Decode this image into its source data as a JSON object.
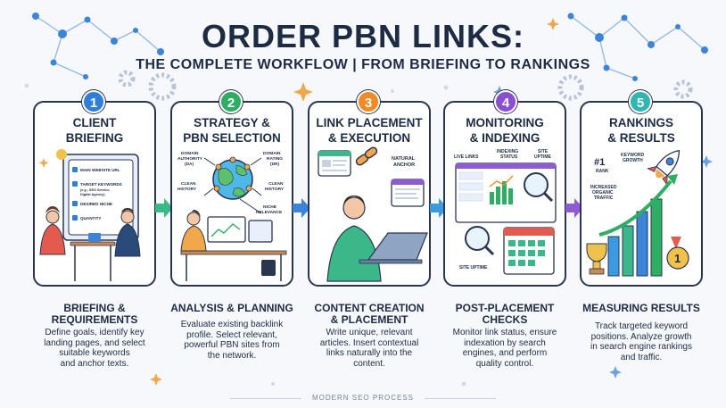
{
  "header": {
    "title": "ORDER PBN LINKS:",
    "subtitle": "THE COMPLETE WORKFLOW | FROM BRIEFING TO RANKINGS"
  },
  "colors": {
    "step1": "#2f7fd6",
    "step2": "#2eae62",
    "step3": "#f08a24",
    "step4": "#8a4fd1",
    "step5": "#2fb6b0",
    "arrow_blue": "#3b84d9",
    "arrow_teal": "#3bb2a8",
    "arrow_purple": "#8e5ad6",
    "navy": "#1e2b45"
  },
  "steps": [
    {
      "number": "1",
      "title_line1": "CLIENT",
      "title_line2": "BRIEFING",
      "labels": {
        "main_url": "MAIN WEBSITE URL",
        "keywords": "TARGET KEYWORDS",
        "keywords_sub1": "(e.g., SEO Service,",
        "keywords_sub2": "Digital Agency)",
        "niche": "DESIRED NICHE",
        "quantity": "QUANTITY"
      },
      "caption_head1": "BRIEFING &",
      "caption_head2": "REQUIREMENTS",
      "caption_body": [
        "Define goals, identify key",
        "landing pages, and select",
        "suitable keywords",
        "and anchor texts."
      ]
    },
    {
      "number": "2",
      "title_line1": "STRATEGY &",
      "title_line2": "PBN SELECTION",
      "labels": {
        "domain_authority1": "DOMAIN",
        "domain_authority2": "AUTHORITY",
        "domain_authority3": "(DA)",
        "domain_rating1": "DOMAIN",
        "domain_rating2": "RATING",
        "domain_rating3": "(DR)",
        "clean1": "CLEAN",
        "clean2": "HISTORY",
        "clean3": "CLEAN",
        "clean4": "HISTORY",
        "niche1": "NICHE",
        "niche2": "RELEVANCE"
      },
      "caption_head1": "ANALYSIS & PLANNING",
      "caption_head2": "",
      "caption_body": [
        "Evaluate existing backlink",
        "profile. Select relevant,",
        "powerful PBN sites from",
        "the network."
      ]
    },
    {
      "number": "3",
      "title_line1": "LINK PLACEMENT",
      "title_line2": "& EXECUTION",
      "labels": {
        "natural1": "NATURAL",
        "natural2": "ANCHOR"
      },
      "caption_head1": "CONTENT CREATION",
      "caption_head2": "& PLACEMENT",
      "caption_body": [
        "Write unique, relevant",
        "articles. Insert contextual",
        "links naturally into the",
        "content."
      ]
    },
    {
      "number": "4",
      "title_line1": "MONITORING",
      "title_line2": "& INDEXING",
      "labels": {
        "live_links": "LIVE LINKS",
        "indexing1": "INDEXING",
        "indexing2": "STATUS",
        "uptime1": "SITE",
        "uptime2": "UPTIME",
        "uptime_bottom": "SITE UPTIME"
      },
      "caption_head1": "POST-PLACEMENT",
      "caption_head2": "CHECKS",
      "caption_body": [
        "Monitor link status, ensure",
        "indexation by search",
        "engines, and perform",
        "quality control."
      ]
    },
    {
      "number": "5",
      "title_line1": "RANKINGS",
      "title_line2": "& RESULTS",
      "labels": {
        "rank_num": "#1",
        "rank": "RANK",
        "kw1": "KEYWORD",
        "kw2": "GROWTH",
        "org1": "INCREASED",
        "org2": "ORGANIC",
        "org3": "TRAFFIC",
        "medal": "1"
      },
      "caption_head1": "MEASURING RESULTS",
      "caption_head2": "",
      "caption_body": [
        "Track targeted keyword",
        "positions. Analyze growth",
        "in search engine rankings",
        "and traffic."
      ]
    }
  ],
  "footer": "MODERN SEO PROCESS"
}
